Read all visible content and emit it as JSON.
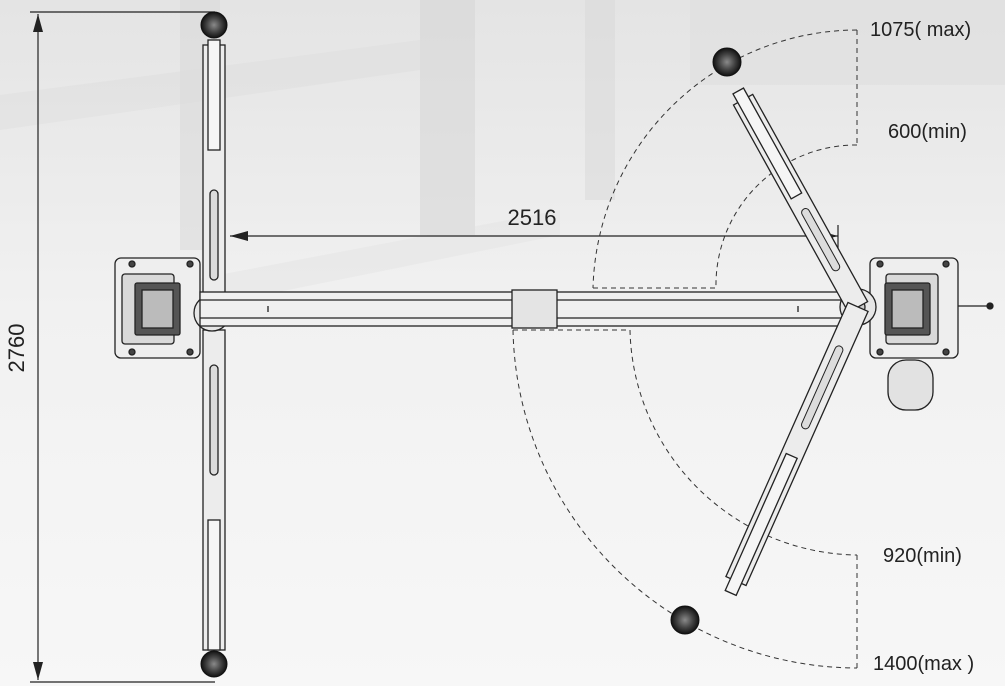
{
  "dimensions": {
    "height": "2760",
    "span": "2516"
  },
  "arm_reach": {
    "front_max": "1075( max)",
    "front_min": "600(min)",
    "rear_min": "920(min)",
    "rear_max": "1400(max )"
  },
  "colors": {
    "background": "#f3f3f3",
    "line": "#222222",
    "fill": "#ececec"
  }
}
